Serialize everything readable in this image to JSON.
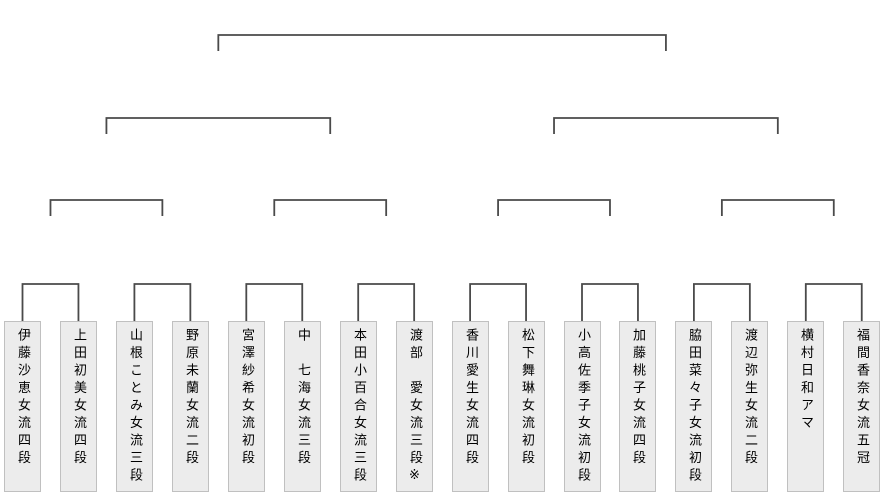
{
  "diagram": {
    "type": "single-elimination-tournament-bracket",
    "rounds": 4,
    "players": [
      "伊藤沙恵女流四段",
      "上田初美女流四段",
      "山根ことみ女流三段",
      "野原未蘭女流二段",
      "宮澤紗希女流初段",
      "中　七海女流三段",
      "本田小百合女流三段",
      "渡部　愛女流三段※",
      "香川愛生女流四段",
      "松下舞琳女流初段",
      "小高佐季子女流初段",
      "加藤桃子女流四段",
      "脇田菜々子女流初段",
      "渡辺弥生女流二段",
      "横村日和アマ",
      "福間香奈女流五冠"
    ],
    "round1_pairings": [
      [
        1,
        2
      ],
      [
        3,
        4
      ],
      [
        5,
        6
      ],
      [
        7,
        8
      ],
      [
        9,
        10
      ],
      [
        11,
        12
      ],
      [
        13,
        14
      ],
      [
        15,
        16
      ]
    ]
  },
  "colors": {
    "background": "#ffffff",
    "line": "#4a4a4a",
    "box_fill": "#ececec",
    "box_border": "#c0c0c0",
    "text": "#000000"
  }
}
